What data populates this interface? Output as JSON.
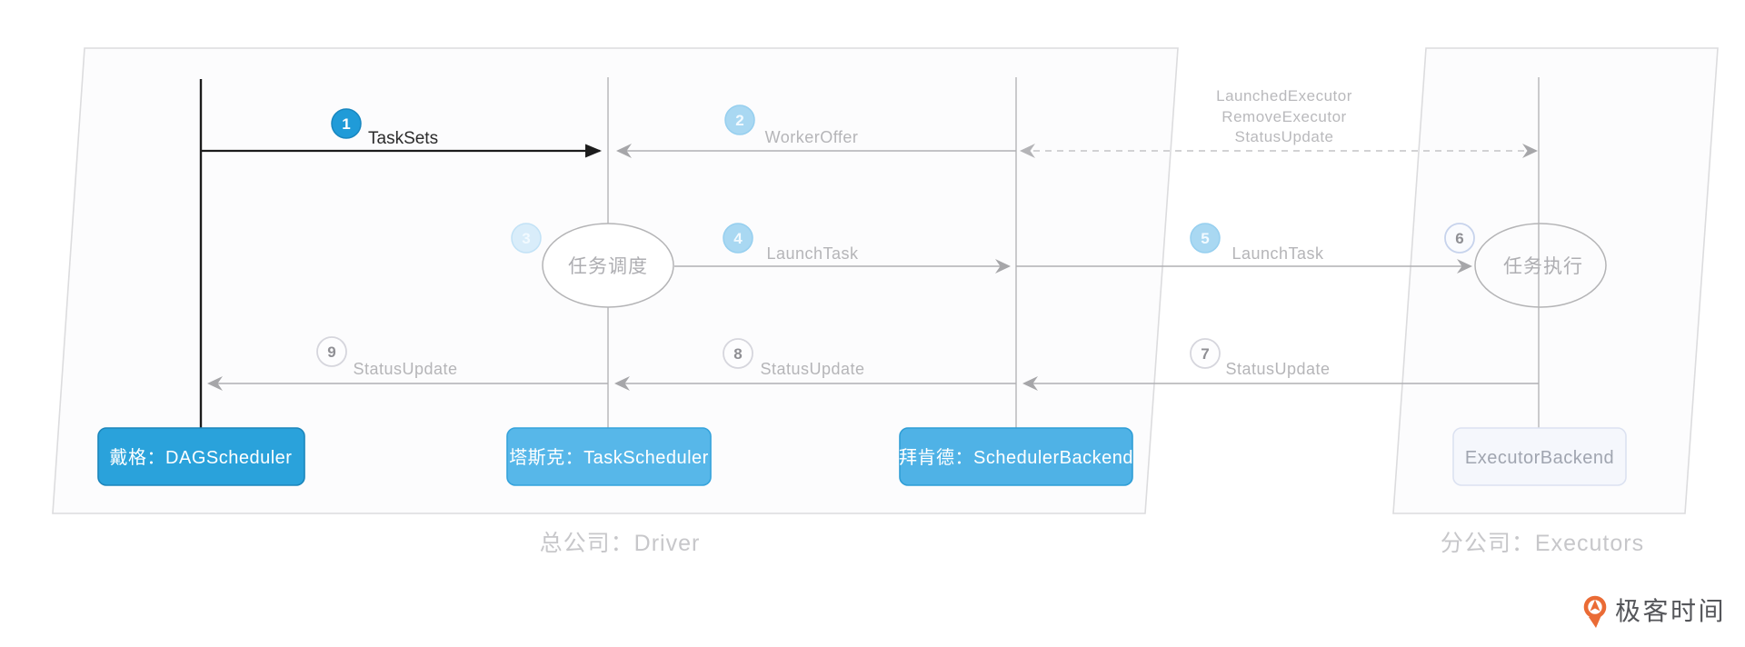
{
  "diagram": {
    "participants": [
      {
        "id": "dagscheduler",
        "label": "戴格：DAGScheduler"
      },
      {
        "id": "taskscheduler",
        "label": "塔斯克：TaskScheduler"
      },
      {
        "id": "schedulerbackend",
        "label": "拜肯德：SchedulerBackend"
      },
      {
        "id": "executorbackend",
        "label": "ExecutorBackend"
      }
    ],
    "steps": [
      {
        "num": "1",
        "label": "TaskSets"
      },
      {
        "num": "2",
        "label": "WorkerOffer"
      },
      {
        "num": "3",
        "label": "任务调度"
      },
      {
        "num": "4",
        "label": "LaunchTask"
      },
      {
        "num": "5",
        "label": "LaunchTask"
      },
      {
        "num": "6",
        "label": "任务执行"
      },
      {
        "num": "7",
        "label": "StatusUpdate"
      },
      {
        "num": "8",
        "label": "StatusUpdate"
      },
      {
        "num": "9",
        "label": "StatusUpdate"
      }
    ],
    "async_messages": [
      "LaunchedExecutor",
      "RemoveExecutor",
      "StatusUpdate"
    ],
    "groups": [
      {
        "label": "总公司：Driver"
      },
      {
        "label": "分公司：Executors"
      }
    ]
  },
  "branding": {
    "logo_text": "极客时间"
  },
  "colors": {
    "dag_box": "#2AA2DB",
    "task_box": "#57B7E9",
    "backend_box": "#4FB2E6",
    "executor_box": "#F5F7FC",
    "step_blue": "#A9D8F2",
    "line_gray": "#B9B9BB",
    "logo_orange": "#EA6B35"
  }
}
